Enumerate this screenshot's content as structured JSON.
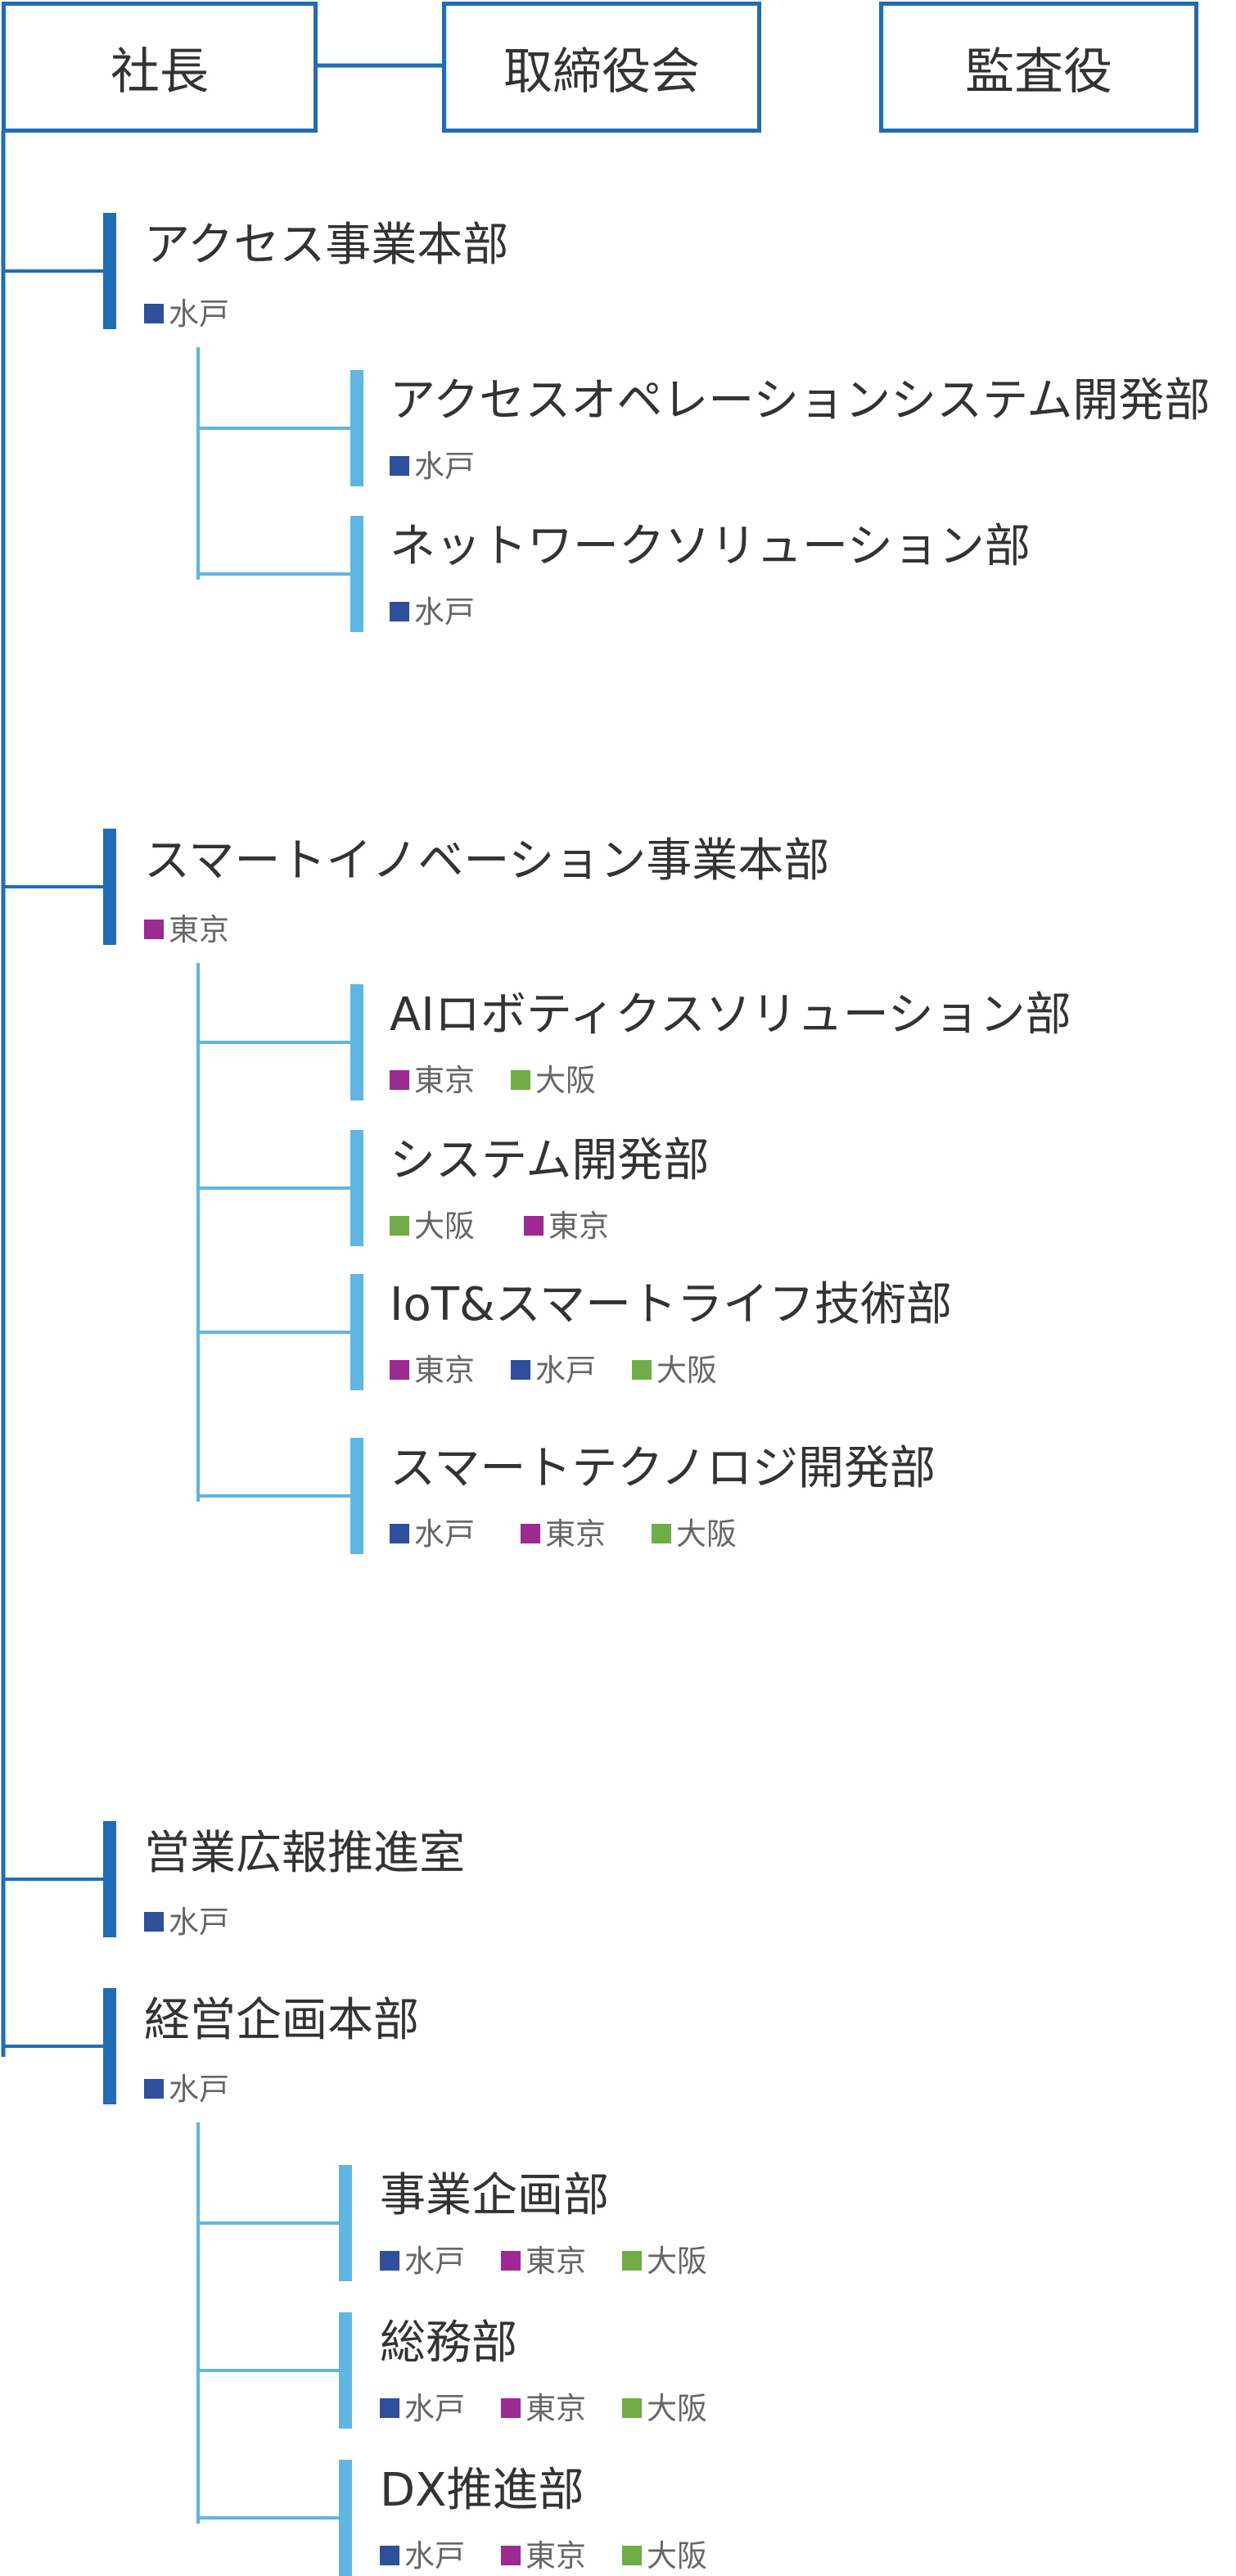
{
  "top_boxes": {
    "president": "社長",
    "board": "取締役会",
    "auditor": "監査役"
  },
  "location_colors": {
    "水戸": "#2e4f9b",
    "東京": "#9c2a92",
    "大阪": "#70ad47"
  },
  "line_colors": {
    "main": "#1e6db5",
    "sub": "#5fb6e0"
  },
  "divisions": [
    {
      "name": "アクセス事業本部",
      "locations": [
        "水戸"
      ],
      "departments": [
        {
          "name": "アクセスオペレーションシステム開発部",
          "locations": [
            "水戸"
          ]
        },
        {
          "name": "ネットワークソリューション部",
          "locations": [
            "水戸"
          ]
        }
      ]
    },
    {
      "name": "スマートイノベーション事業本部",
      "locations": [
        "東京"
      ],
      "departments": [
        {
          "name": "AIロボティクスソリューション部",
          "locations": [
            "東京",
            "大阪"
          ]
        },
        {
          "name": "システム開発部",
          "locations": [
            "大阪",
            "東京"
          ]
        },
        {
          "name": "IoT&スマートライフ技術部",
          "locations": [
            "東京",
            "水戸",
            "大阪"
          ]
        },
        {
          "name": "スマートテクノロジ開発部",
          "locations": [
            "水戸",
            "東京",
            "大阪"
          ]
        }
      ]
    },
    {
      "name": "営業広報推進室",
      "locations": [
        "水戸"
      ],
      "departments": []
    },
    {
      "name": "経営企画本部",
      "locations": [
        "水戸"
      ],
      "departments": [
        {
          "name": "事業企画部",
          "locations": [
            "水戸",
            "東京",
            "大阪"
          ]
        },
        {
          "name": "総務部",
          "locations": [
            "水戸",
            "東京",
            "大阪"
          ]
        },
        {
          "name": "DX推進部",
          "locations": [
            "水戸",
            "東京",
            "大阪"
          ]
        }
      ]
    }
  ]
}
